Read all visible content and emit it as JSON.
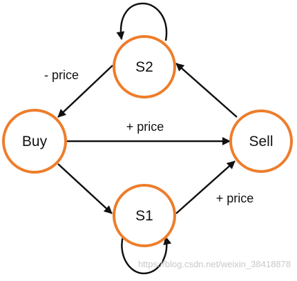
{
  "colors": {
    "node_stroke": "#ee7d2b",
    "node_fill": "#ffffff",
    "edge": "#111111",
    "watermark": "#c8c8c8"
  },
  "nodes": {
    "s2": {
      "label": "S2"
    },
    "buy": {
      "label": "Buy"
    },
    "sell": {
      "label": "Sell"
    },
    "s1": {
      "label": "S1"
    }
  },
  "edges": {
    "s2_to_buy": {
      "label": "- price"
    },
    "buy_to_sell": {
      "label": "+ price"
    },
    "s1_to_sell": {
      "label": "+ price"
    }
  },
  "watermark": "https://blog.csdn.net/weixin_38418878"
}
